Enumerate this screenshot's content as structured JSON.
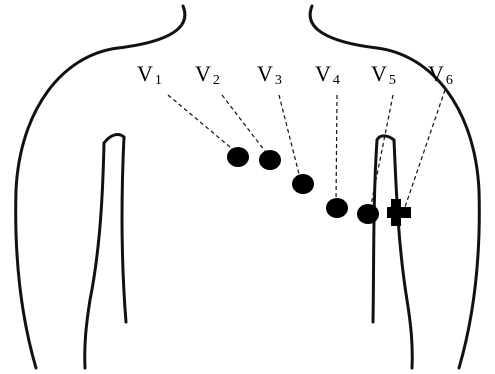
{
  "leads": [
    {
      "letter": "V",
      "number": "1"
    },
    {
      "letter": "V",
      "number": "2"
    },
    {
      "letter": "V",
      "number": "3"
    },
    {
      "letter": "V",
      "number": "4"
    },
    {
      "letter": "V",
      "number": "5"
    },
    {
      "letter": "V",
      "number": "6"
    }
  ],
  "colors": {
    "line": "#111111",
    "electrode": "#000000",
    "background": "#ffffff"
  }
}
